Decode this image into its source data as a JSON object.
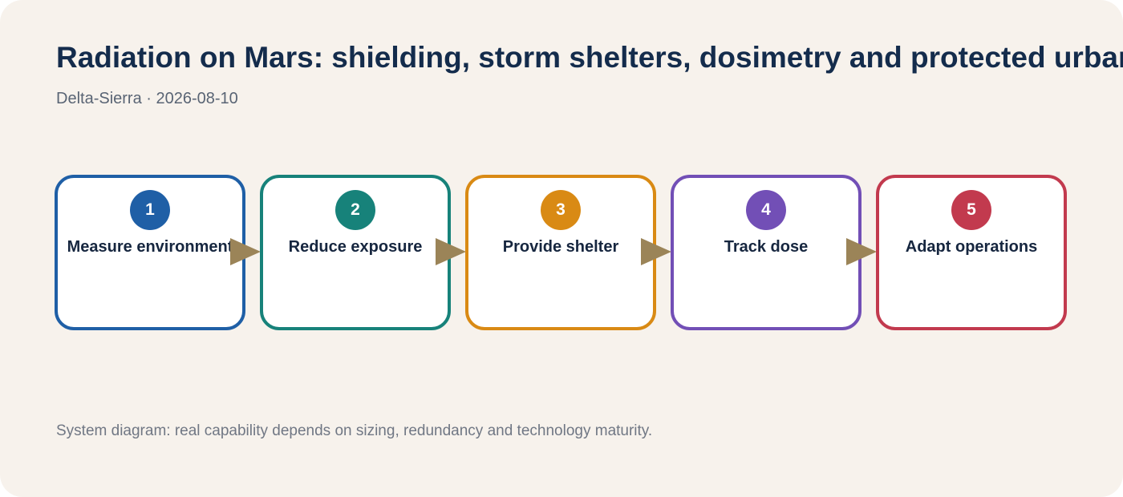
{
  "header": {
    "title": "Radiation on Mars: shielding, storm shelters, dosimetry and protected urban layout",
    "subtitle": "Delta-Sierra · 2026-08-10"
  },
  "steps": [
    {
      "number": "1",
      "label": "Measure environment",
      "color": "#1f5fa6"
    },
    {
      "number": "2",
      "label": "Reduce exposure",
      "color": "#17827a"
    },
    {
      "number": "3",
      "label": "Provide shelter",
      "color": "#d98a14"
    },
    {
      "number": "4",
      "label": "Track dose",
      "color": "#724fb6"
    },
    {
      "number": "5",
      "label": "Adapt operations",
      "color": "#c23a4e"
    }
  ],
  "arrow_color": "#9b8458",
  "footer": {
    "note": "System diagram: real capability depends on sizing, redundancy and technology maturity."
  }
}
